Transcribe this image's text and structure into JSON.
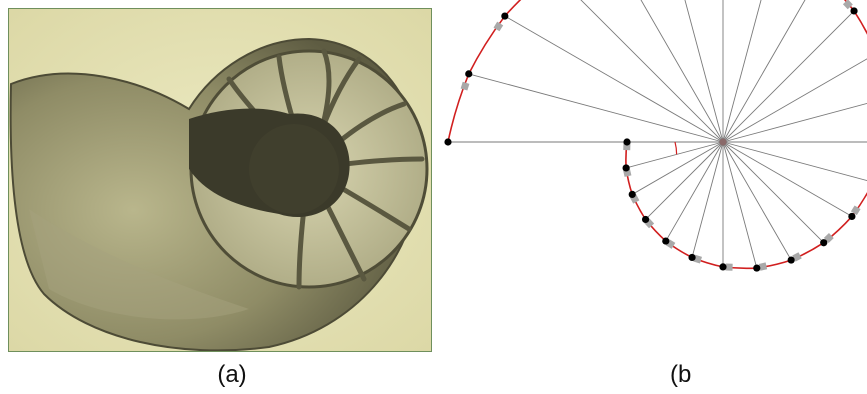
{
  "captions": {
    "a": "(a)",
    "b": "(b"
  },
  "photo": {
    "name": "nautilus-shell-section"
  },
  "diagram": {
    "spiral_color": "#d11f1f",
    "ray_color": "#7a7a7a",
    "dot_color": "#000000",
    "marker_color": "#a9a9a9",
    "arc_color": "#d11f1f"
  }
}
